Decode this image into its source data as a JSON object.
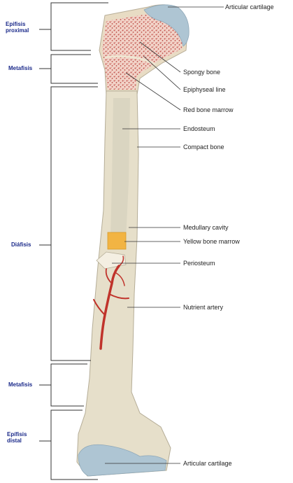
{
  "regions": {
    "proximal_epiphysis": {
      "line1": "Epifisis",
      "line2": "proximal"
    },
    "proximal_metaphysis": "Metafisis",
    "diaphysis": "Diáfisis",
    "distal_metaphysis": "Metafisis",
    "distal_epiphysis": {
      "line1": "Epífisis",
      "line2": "distal"
    }
  },
  "parts": {
    "articular_cartilage_top": "Articular cartilage",
    "spongy_bone": "Spongy bone",
    "epiphyseal_line": "Epiphyseal line",
    "red_bone_marrow": "Red bone marrow",
    "endosteum": "Endosteum",
    "compact_bone": "Compact bone",
    "medullary_cavity": "Medullary cavity",
    "yellow_bone_marrow": "Yellow bone marrow",
    "periosteum": "Periosteum",
    "nutrient_artery": "Nutrient artery",
    "articular_cartilage_bottom": "Articular cartilage"
  },
  "colors": {
    "bone_outer": "#e5dcc2",
    "bone_shaft": "#e8e2cd",
    "medullary": "#d9d4c0",
    "spongy": "#c55a55",
    "spongy_bg": "#f0cfc4",
    "cartilage": "#aec5d3",
    "yellow_marrow": "#f2b443",
    "artery": "#c0332b",
    "bracket": "#333333",
    "region_text": "#1b2a8a"
  }
}
